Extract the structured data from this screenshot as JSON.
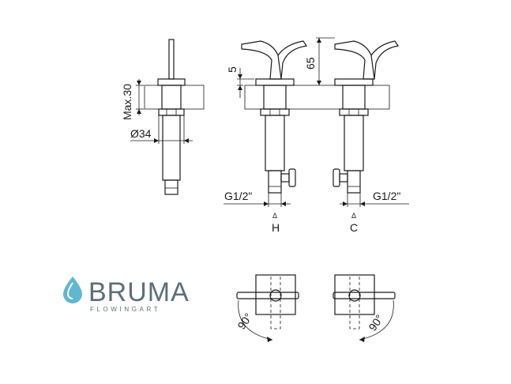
{
  "dimensions": {
    "max_depth": "Max.30",
    "diameter": "Ø34",
    "handle_thickness": "5",
    "handle_height": "65",
    "thread_left": "G1/2\"",
    "thread_right": "G1/2\""
  },
  "inlets": {
    "hot_marker": "Δ",
    "hot": "H",
    "cold_marker": "Δ",
    "cold": "C"
  },
  "rotation": {
    "left_angle": "90°",
    "right_angle": "90°"
  },
  "brand": {
    "name": "BRUMA",
    "tagline": "FLOWINGART",
    "accent_color": "#5fb7d2",
    "text_color": "#5a6f7a"
  }
}
